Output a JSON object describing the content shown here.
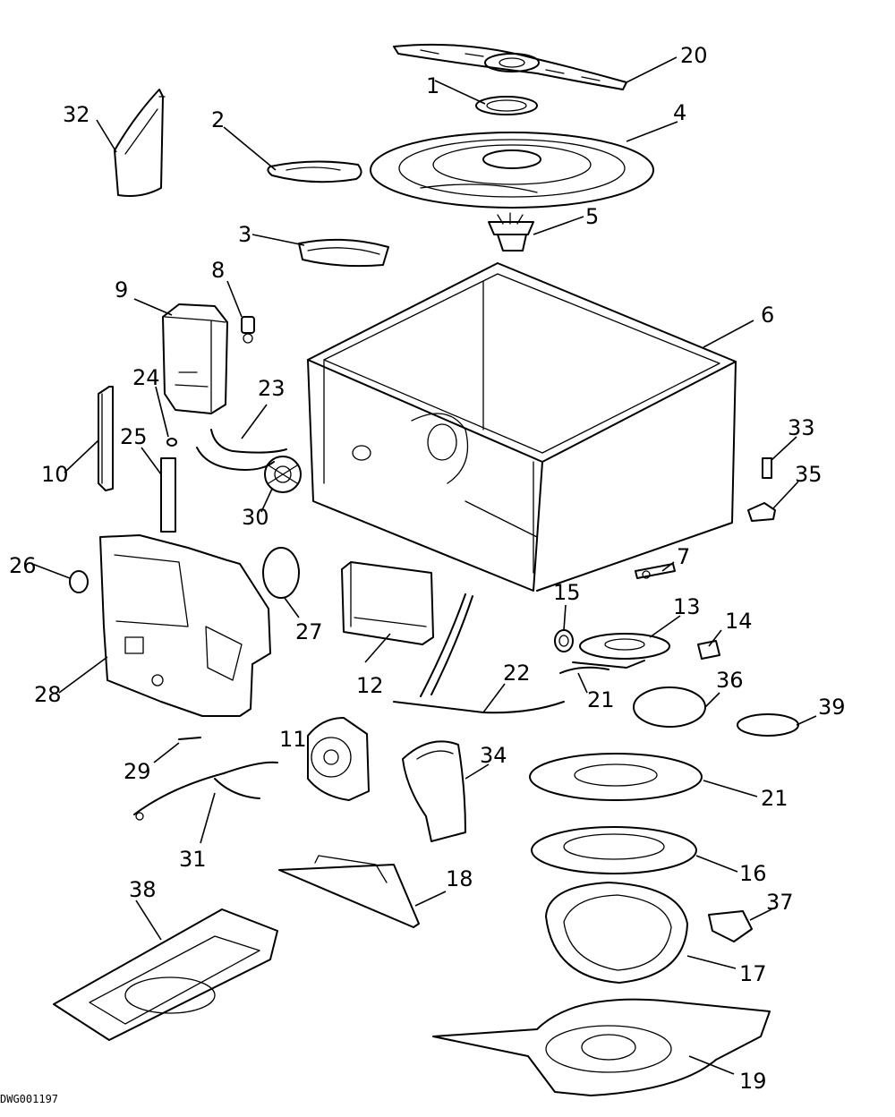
{
  "drawing_code": "DWG001197",
  "callouts": [
    "1",
    "2",
    "3",
    "4",
    "5",
    "6",
    "7",
    "8",
    "9",
    "10",
    "11",
    "12",
    "13",
    "14",
    "15",
    "16",
    "17",
    "18",
    "19",
    "20",
    "21",
    "21",
    "22",
    "23",
    "24",
    "25",
    "26",
    "27",
    "28",
    "29",
    "30",
    "31",
    "32",
    "33",
    "34",
    "35",
    "36",
    "37",
    "38",
    "39"
  ]
}
